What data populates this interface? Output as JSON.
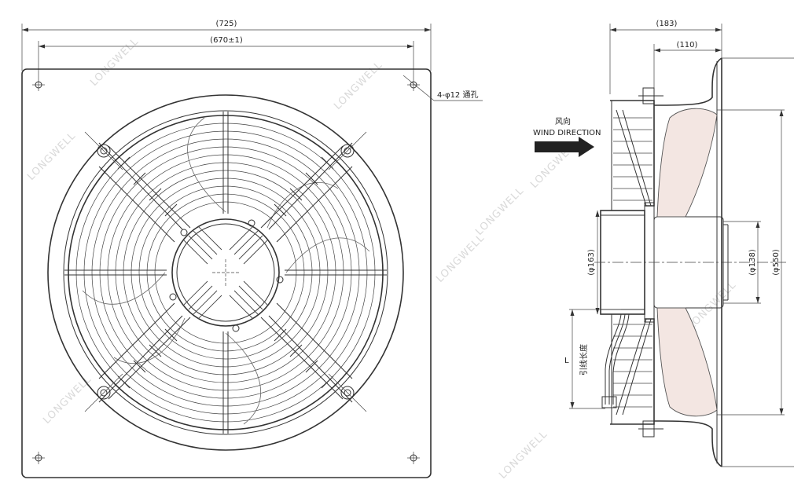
{
  "front_view": {
    "overall_width": "(725)",
    "hole_spacing": "(670±1)",
    "hole_callout": "4-φ12 通孔"
  },
  "side_view": {
    "depth_total": "(183)",
    "depth_flange": "(110)",
    "wind_label_cn": "风向",
    "wind_label_en": "WIND DIRECTION",
    "motor_dia": "(φ163)",
    "hub_dia": "(φ138)",
    "blade_dia": "(φ550)",
    "lead_symbol": "L",
    "lead_label": "引线长度"
  },
  "watermark": "LONGWELL"
}
